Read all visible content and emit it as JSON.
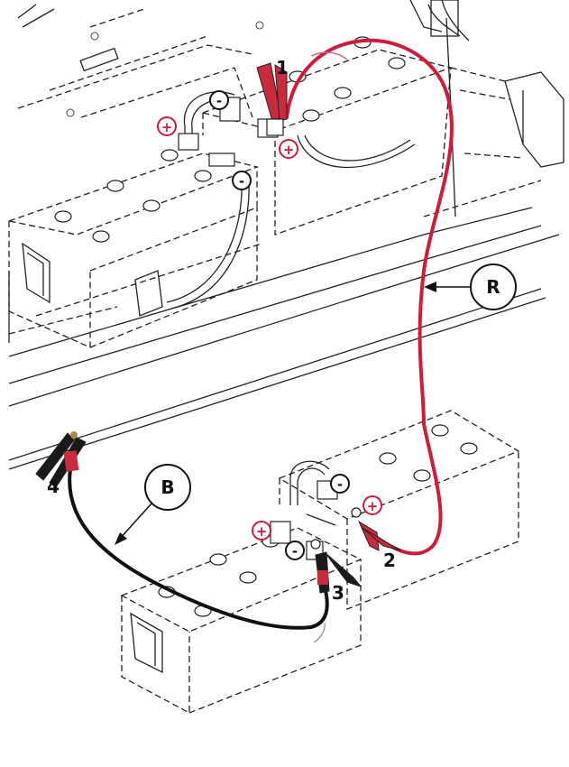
{
  "labels": {
    "step1": "1",
    "step2": "2",
    "step3": "3",
    "step4": "4",
    "cable_red": "R",
    "cable_black": "B",
    "positive": "+",
    "negative": "-"
  },
  "colors": {
    "red_cable": "#d01c3a",
    "black_cable": "#111111",
    "positive_marker": "#d01c3a",
    "clamp_red": "#c92a3c",
    "clamp_black": "#1a1a1a"
  }
}
